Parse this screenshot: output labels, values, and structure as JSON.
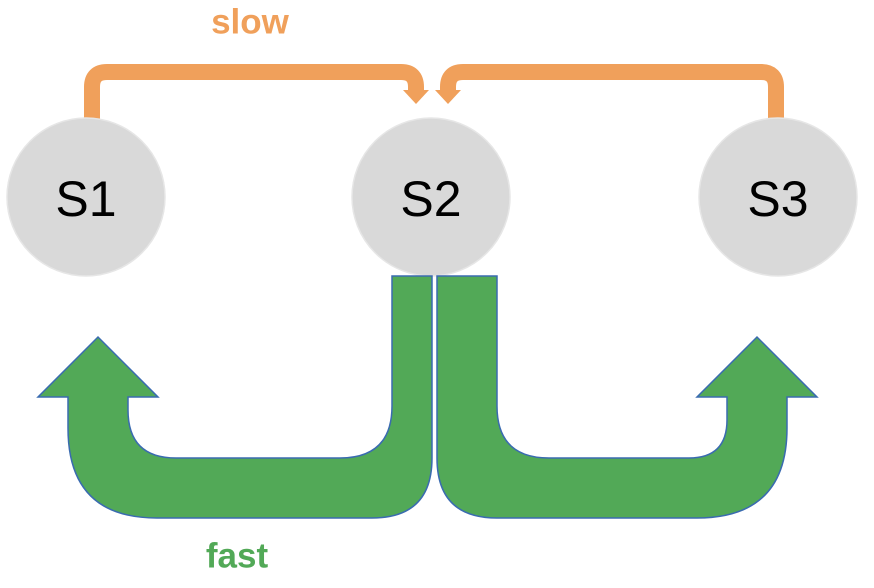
{
  "nodes": {
    "s1": {
      "label": "S1"
    },
    "s2": {
      "label": "S2"
    },
    "s3": {
      "label": "S3"
    }
  },
  "edges": {
    "slow": {
      "label": "slow",
      "color": "#f0a05b",
      "from": [
        "S1",
        "S3"
      ],
      "to": "S2"
    },
    "fast": {
      "label": "fast",
      "color": "#52a957",
      "from": "S2",
      "to": [
        "S1",
        "S3"
      ]
    }
  },
  "colors": {
    "node_fill": "#d9d9d9",
    "text": "#000000",
    "fast_arrow_outline": "#3a6bb0"
  }
}
